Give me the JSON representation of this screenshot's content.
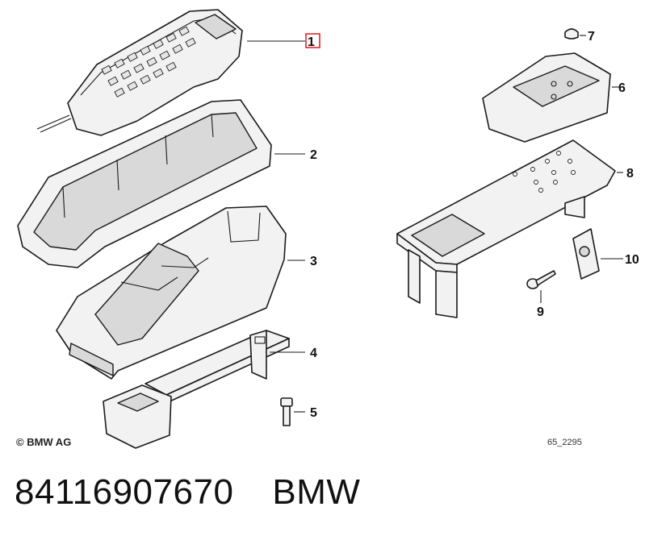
{
  "callouts": [
    {
      "num": "1",
      "highlighted": true
    },
    {
      "num": "2"
    },
    {
      "num": "3"
    },
    {
      "num": "4"
    },
    {
      "num": "5"
    },
    {
      "num": "6"
    },
    {
      "num": "7"
    },
    {
      "num": "8"
    },
    {
      "num": "9"
    },
    {
      "num": "10"
    }
  ],
  "copyright": "© BMW AG",
  "drawing_number": "65_2295",
  "caption": {
    "part_number": "84116907670",
    "brand": "BMW"
  },
  "colors": {
    "highlight": "#e0161b",
    "line": "#1a1a1a",
    "fill": "#f2f2f2"
  }
}
